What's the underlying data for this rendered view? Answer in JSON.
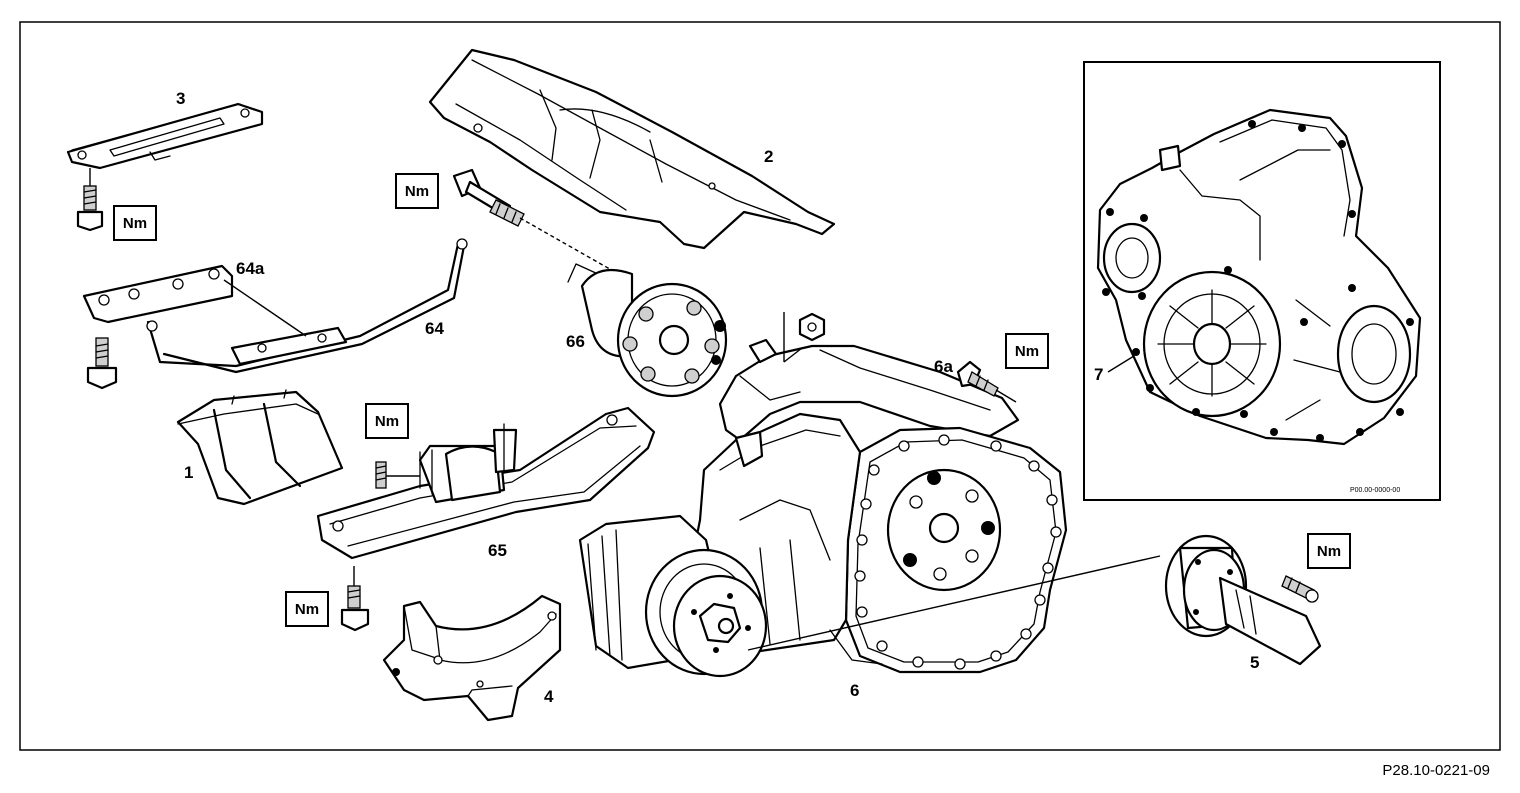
{
  "diagram": {
    "callouts": {
      "p1": "1",
      "p2": "2",
      "p3": "3",
      "p4": "4",
      "p5": "5",
      "p6": "6",
      "p6a": "6a",
      "p7": "7",
      "p64": "64",
      "p64a": "64a",
      "p65": "65",
      "p66": "66"
    },
    "torque_symbol": "Nm",
    "inset_code": "P00.00-0000-00",
    "figure_code": "P28.10-0221-09"
  }
}
